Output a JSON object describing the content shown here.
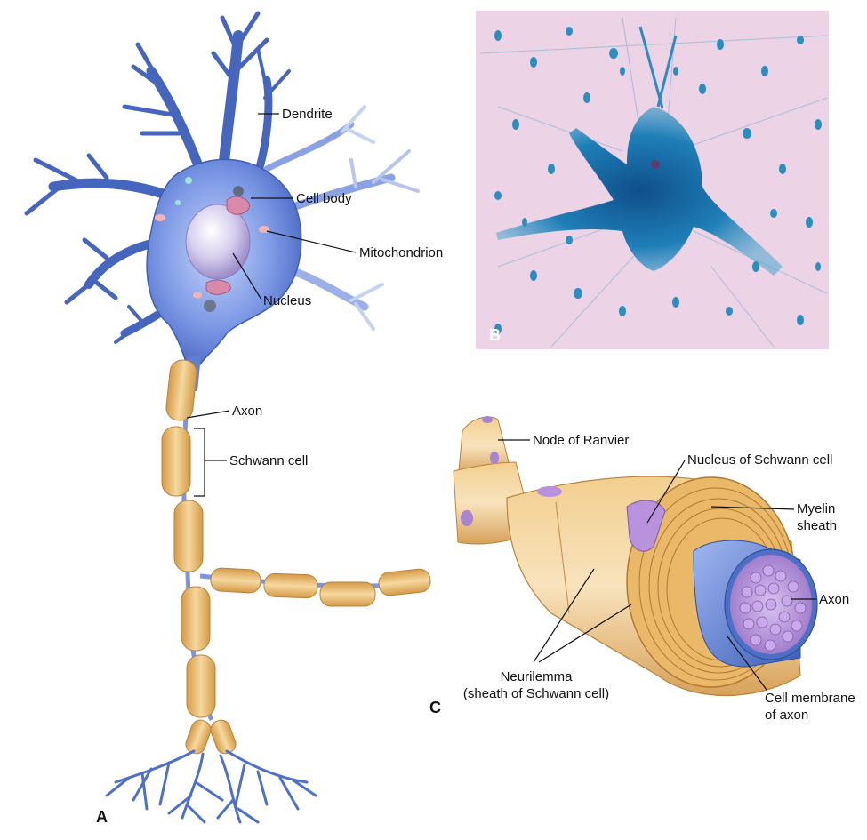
{
  "panels": {
    "a": "A",
    "b": "B",
    "c": "C"
  },
  "labels": {
    "dendrite": "Dendrite",
    "cell_body": "Cell body",
    "mitochondrion": "Mitochondrion",
    "nucleus": "Nucleus",
    "axon": "Axon",
    "schwann_cell": "Schwann cell",
    "node_of_ranvier": "Node of Ranvier",
    "nucleus_of_schwann_cell": "Nucleus of Schwann cell",
    "myelin_line1": "Myelin",
    "myelin_line2": "sheath",
    "axon_c": "Axon",
    "neurilemma_line1": "Neurilemma",
    "neurilemma_line2": "(sheath of Schwann cell)",
    "cell_membrane_line1": "Cell membrane",
    "cell_membrane_line2": "of axon"
  },
  "colors": {
    "neuron_blue": "#6f8fe0",
    "neuron_dark": "#2f4f9a",
    "schwann_tan": "#e8b86a",
    "schwann_light": "#f5dcae",
    "nucleus_purple": "#b58fd6",
    "micrograph_bg": "#ecd3e6",
    "stain_blue": "#1f86b8"
  }
}
